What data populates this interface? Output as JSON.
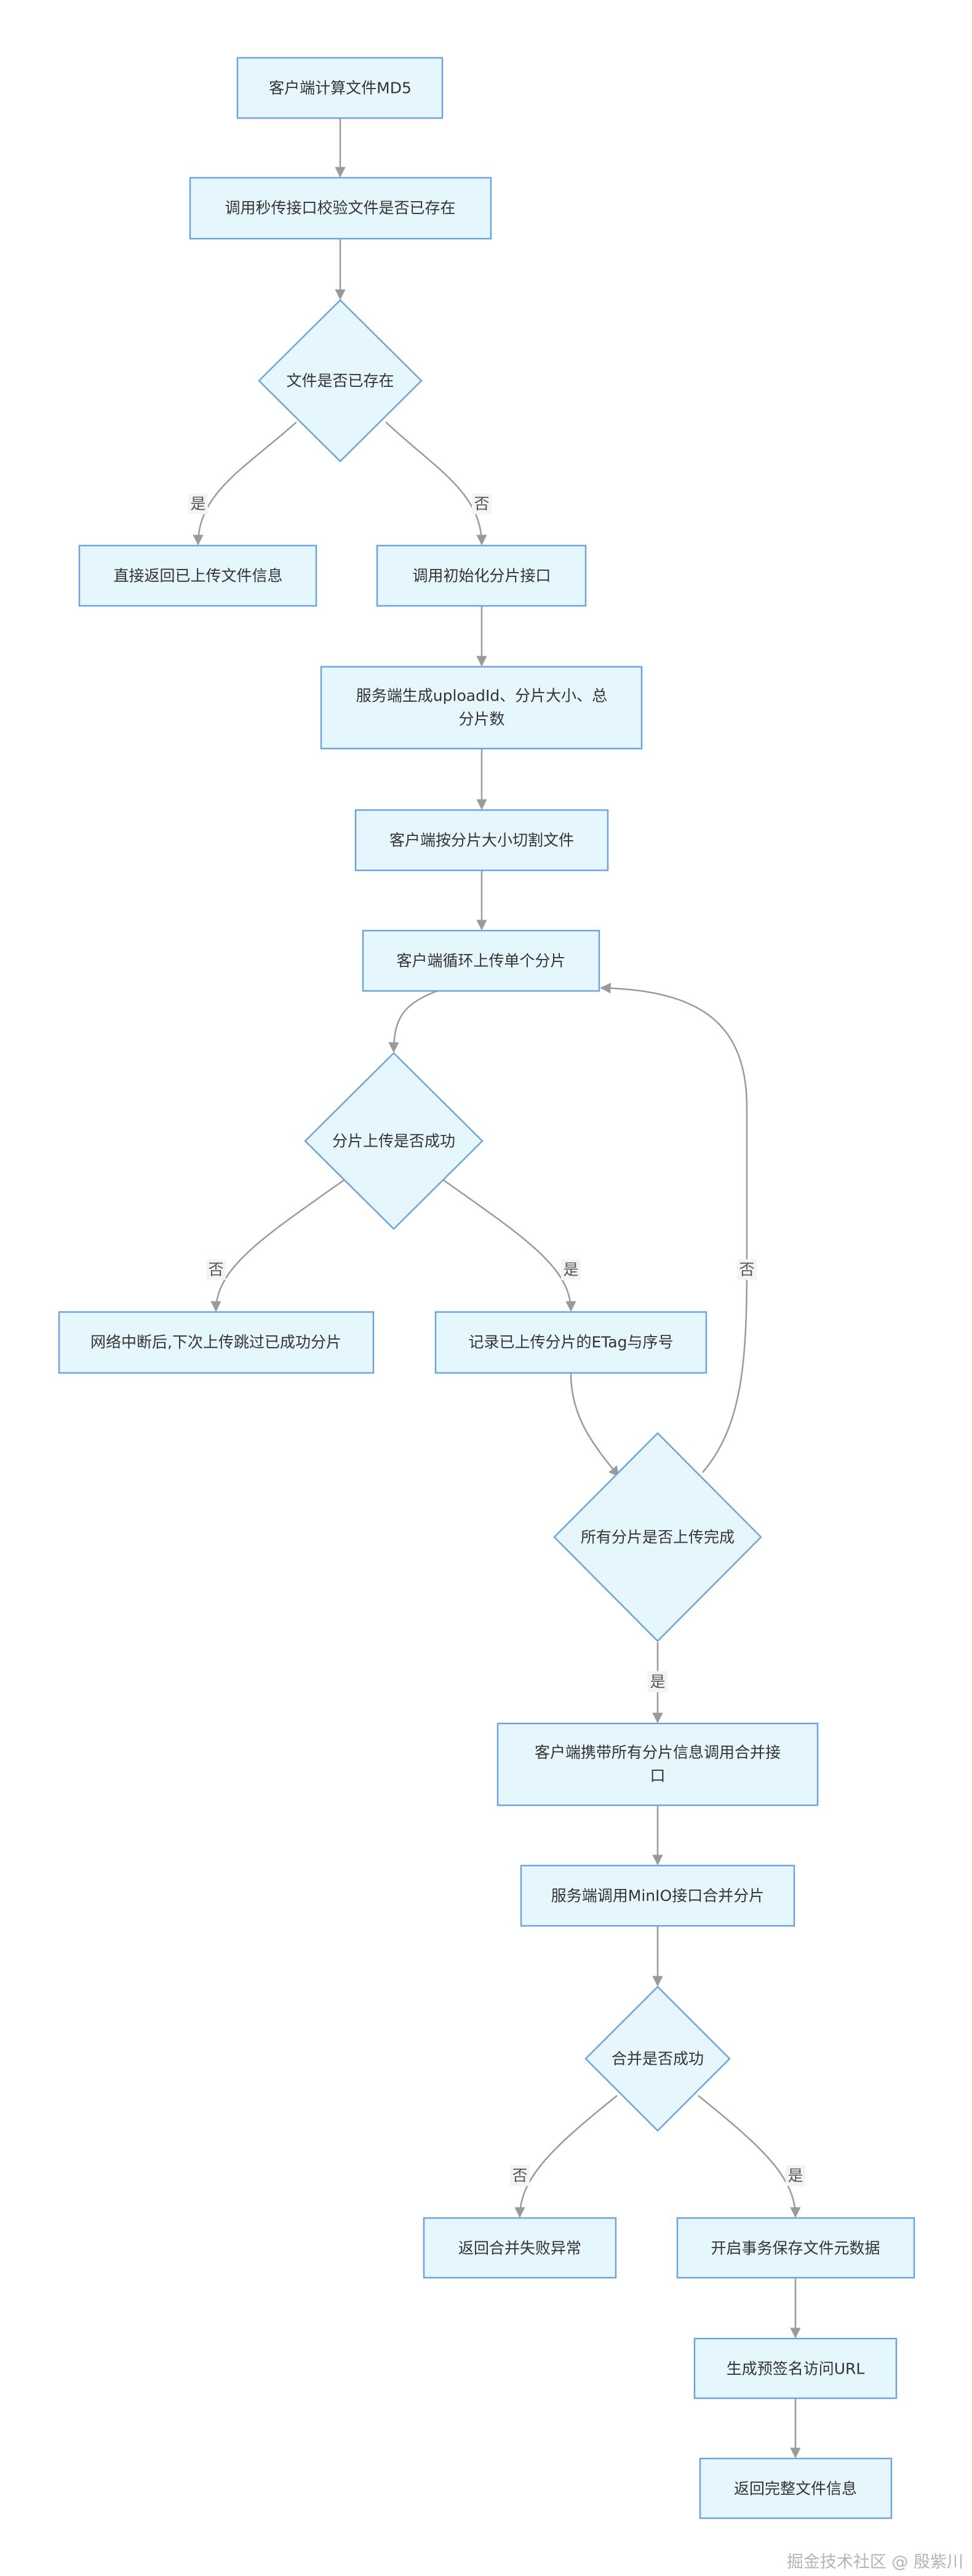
{
  "nodes": {
    "md5": "客户端计算文件MD5",
    "instant_upload": "调用秒传接口校验文件是否已存在",
    "file_exists": "文件是否已存在",
    "return_info": "直接返回已上传文件信息",
    "init_multipart": "调用初始化分片接口",
    "server_gen": [
      "服务端生成uploadId、分片大小、总",
      "分片数"
    ],
    "client_split": "客户端按分片大小切割文件",
    "client_loop": "客户端循环上传单个分片",
    "chunk_success": "分片上传是否成功",
    "network_break": "网络中断后,下次上传跳过已成功分片",
    "record_etag": "记录已上传分片的ETag与序号",
    "all_done": "所有分片是否上传完成",
    "call_merge": [
      "客户端携带所有分片信息调用合并接",
      "口"
    ],
    "minio_merge": "服务端调用MinIO接口合并分片",
    "merge_success": "合并是否成功",
    "merge_fail": "返回合并失败异常",
    "save_meta": "开启事务保存文件元数据",
    "presign_url": "生成预签名访问URL",
    "return_full": "返回完整文件信息"
  },
  "edge_labels": {
    "exists_yes": "是",
    "exists_no": "否",
    "chunk_no": "否",
    "chunk_yes": "是",
    "all_no": "否",
    "all_yes": "是",
    "merge_no": "否",
    "merge_yes": "是"
  },
  "watermark": "掘金技术社区 @ 殷紫川"
}
